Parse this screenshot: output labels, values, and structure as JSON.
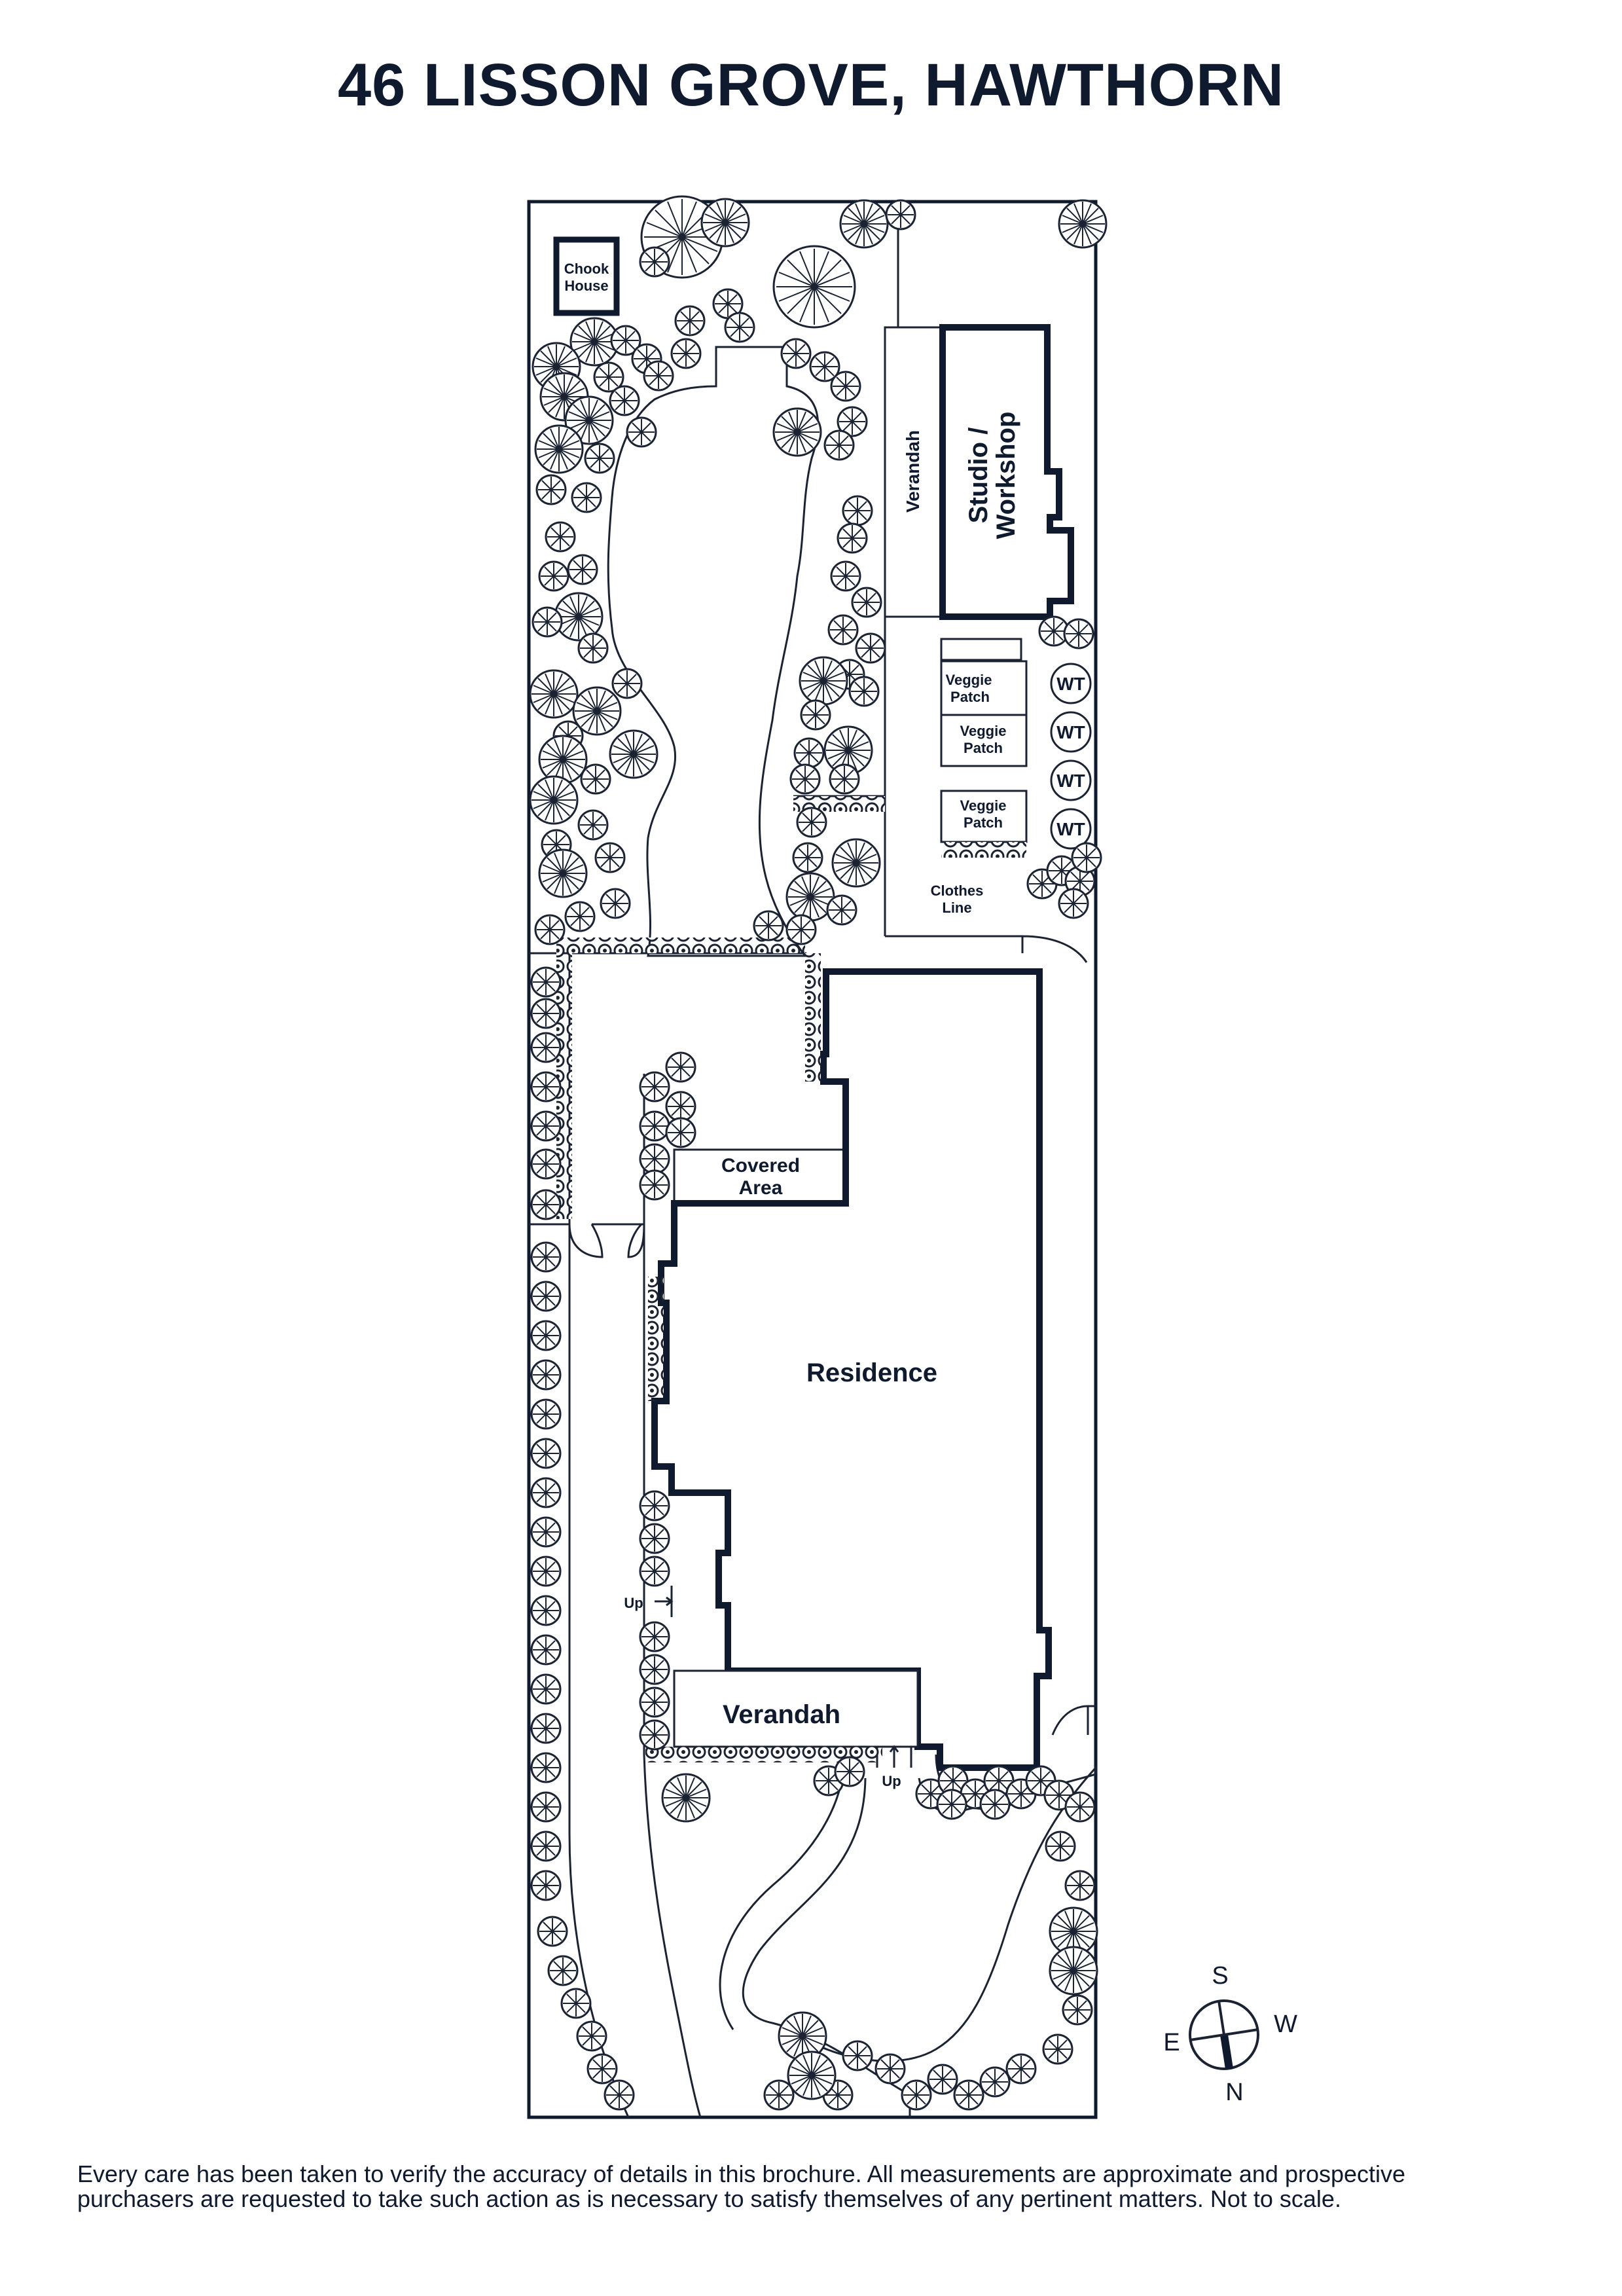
{
  "title": "46 LISSON GROVE, HAWTHORN",
  "labels": {
    "chook_house_1": "Chook",
    "chook_house_2": "House",
    "verandah_rear": "Verandah",
    "studio_1": "Studio /",
    "studio_2": "Workshop",
    "veggie_1": "Veggie",
    "veggie_2": "Patch",
    "clothes_1": "Clothes",
    "clothes_2": "Line",
    "water_tank": "WT",
    "covered_1": "Covered",
    "covered_2": "Area",
    "residence": "Residence",
    "verandah_front": "Verandah",
    "up": "Up"
  },
  "compass": {
    "south": "S",
    "west": "W",
    "east": "E",
    "north": "N"
  },
  "disclaimer": {
    "line1": "Every care has been taken to verify the accuracy of details in this brochure. All measurements are approximate and prospective",
    "line2": "purchasers are requested to take such action as is necessary to satisfy themselves of any pertinent matters. Not to scale."
  },
  "colors": {
    "ink": "#0f1a2e"
  }
}
